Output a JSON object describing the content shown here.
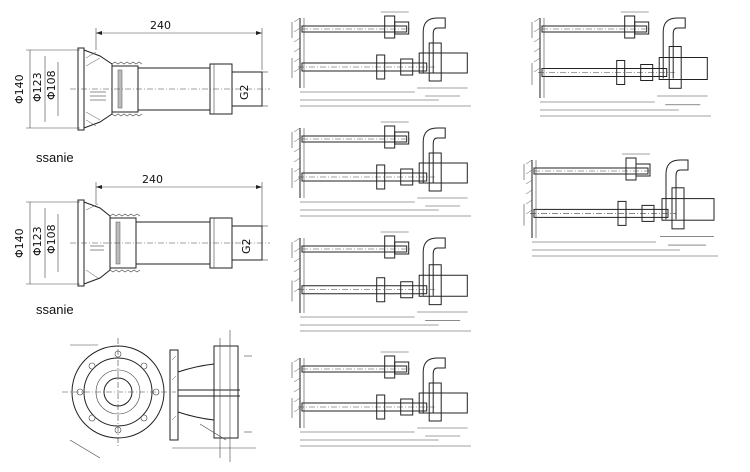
{
  "drawing_a": {
    "length": "240",
    "dia_outer": "Φ140",
    "dia_mid": "Φ123",
    "dia_inner": "Φ108",
    "thread": "G2",
    "caption": "ssanie"
  },
  "drawing_b": {
    "length": "240",
    "dia_outer": "Φ140",
    "dia_mid": "Φ123",
    "dia_inner": "Φ108",
    "thread": "G2",
    "caption": "ssanie"
  },
  "colors": {
    "ink": "#222222",
    "paper": "#ffffff"
  }
}
